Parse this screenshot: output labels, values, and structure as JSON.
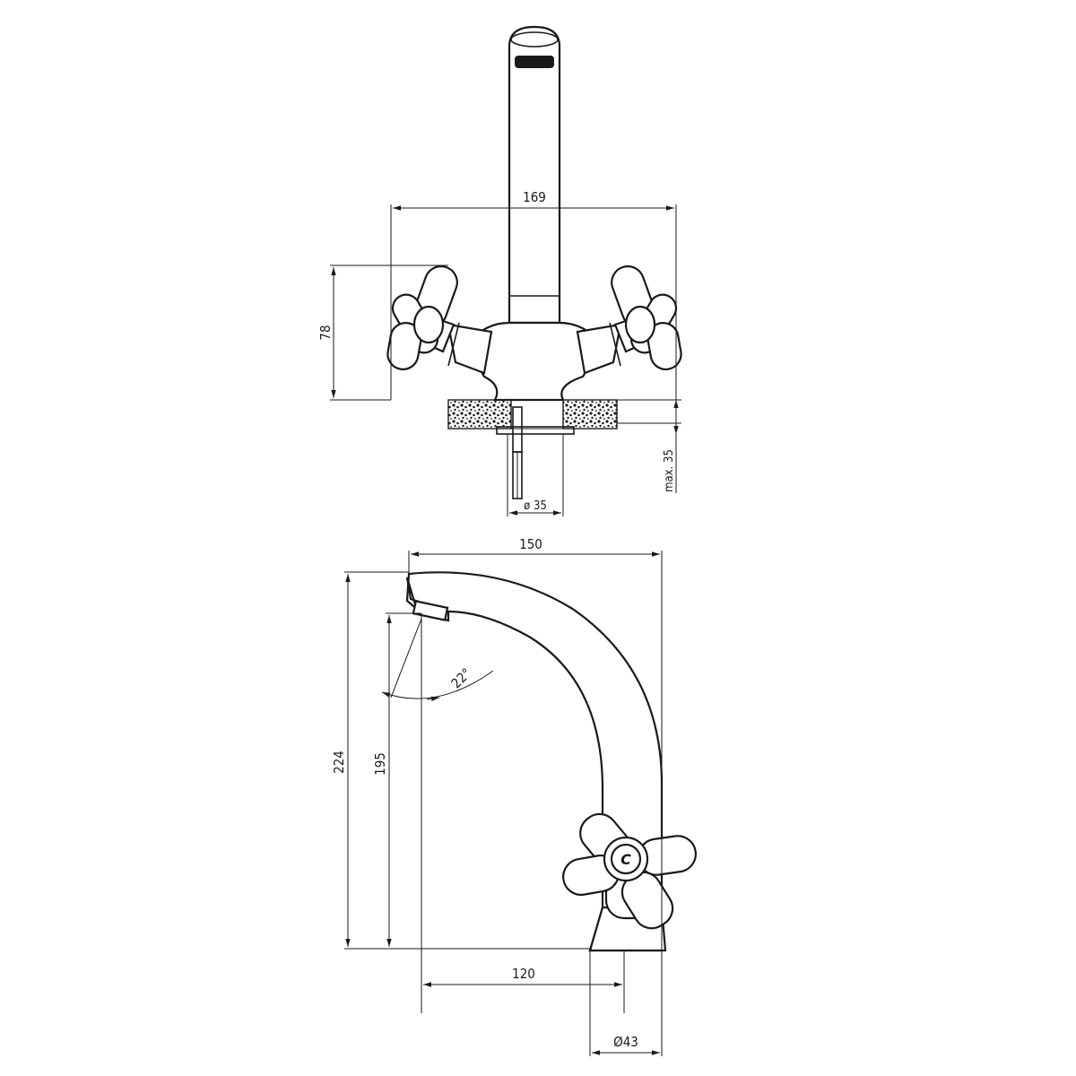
{
  "front_view": {
    "width_label": "169",
    "height_label": "78",
    "mounting_depth_label": "max. 35",
    "hole_diameter_label": "ø 35"
  },
  "side_view": {
    "reach_label": "150",
    "total_height_label": "224",
    "spout_height_label": "195",
    "angle_label": "22°",
    "offset_label": "120",
    "base_diameter_label": "Ø43",
    "handle_cap_letter": "C"
  }
}
